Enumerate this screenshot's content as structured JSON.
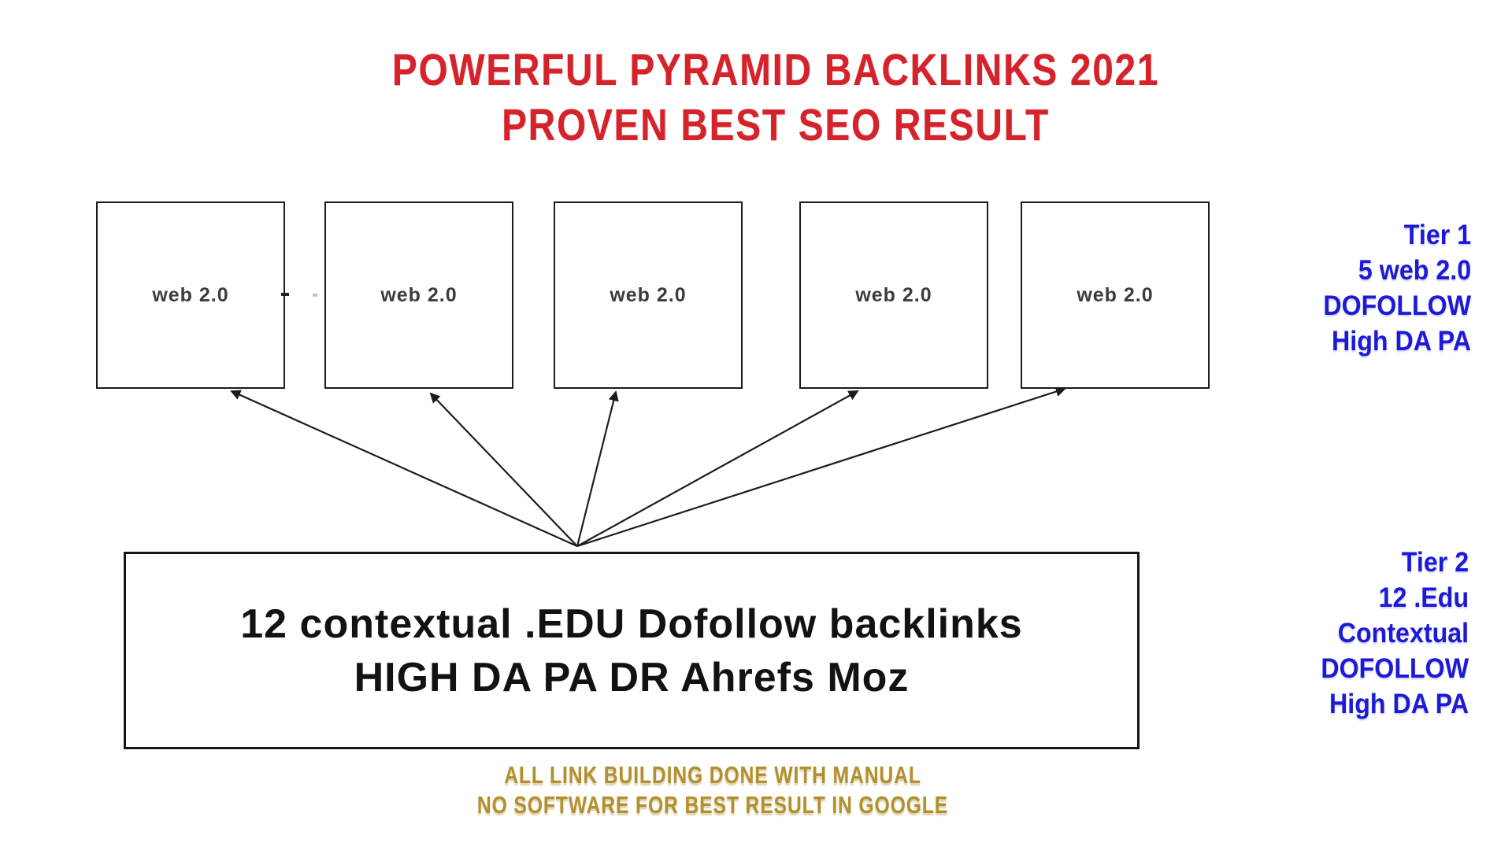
{
  "title": {
    "line1": "POWERFUL PYRAMID BACKLINKS 2021",
    "line2": "PROVEN BEST SEO RESULT"
  },
  "tier1_row": {
    "boxes": [
      {
        "label": "web 2.0"
      },
      {
        "label": "web 2.0"
      },
      {
        "label": "web 2.0"
      },
      {
        "label": "web 2.0"
      },
      {
        "label": "web 2.0"
      }
    ]
  },
  "bottom_box": {
    "line1": "12 contextual .EDU Dofollow backlinks",
    "line2": "HIGH DA PA DR Ahrefs Moz"
  },
  "tier1_annotation": {
    "lines": [
      "Tier 1",
      "5 web 2.0",
      "DOFOLLOW",
      "High DA PA"
    ]
  },
  "tier2_annotation": {
    "lines": [
      "Tier 2",
      "12 .Edu",
      "Contextual",
      "DOFOLLOW",
      "High DA PA"
    ]
  },
  "footer": {
    "line1": "ALL LINK BUILDING DONE WITH MANUAL",
    "line2": "NO SOFTWARE FOR BEST RESULT IN GOOGLE"
  },
  "colors": {
    "title_red": "#d5232b",
    "annotation_blue": "#1c1ad6",
    "footer_gold": "#b2902e",
    "diagram_black": "#1c1c1c",
    "background": "#ffffff"
  }
}
